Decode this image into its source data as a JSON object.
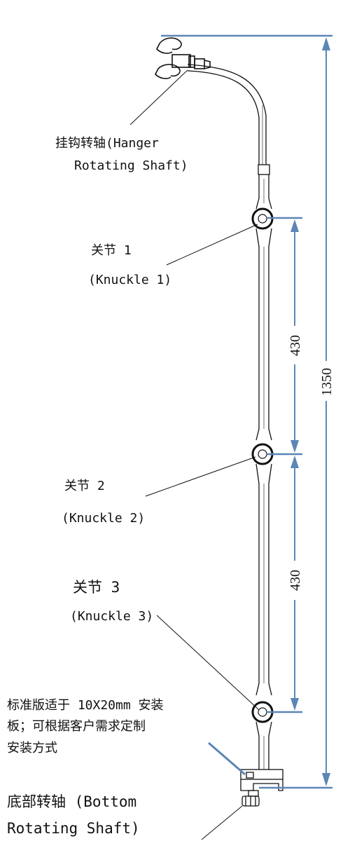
{
  "labels": {
    "hanger_cn": "挂钩转轴(Hanger",
    "hanger_en": "Rotating Shaft)",
    "knuckle1_cn": "关节 1",
    "knuckle1_en": "(Knuckle 1)",
    "knuckle2_cn": "关节 2",
    "knuckle2_en": "(Knuckle 2)",
    "knuckle3_cn": "关节 3",
    "knuckle3_en": "(Knuckle 3)",
    "mount_line1": "标准版适于 10X20mm 安装",
    "mount_line2": "板；可根据客户需求定制",
    "mount_line3": "安装方式",
    "bottom_line1": "底部转轴  (Bottom",
    "bottom_line2": "Rotating Shaft)"
  },
  "dimensions": {
    "total": "1350",
    "segment_upper": "430",
    "segment_lower": "430"
  },
  "colors": {
    "dimension": "#5b86b5",
    "outline": "#111111"
  }
}
